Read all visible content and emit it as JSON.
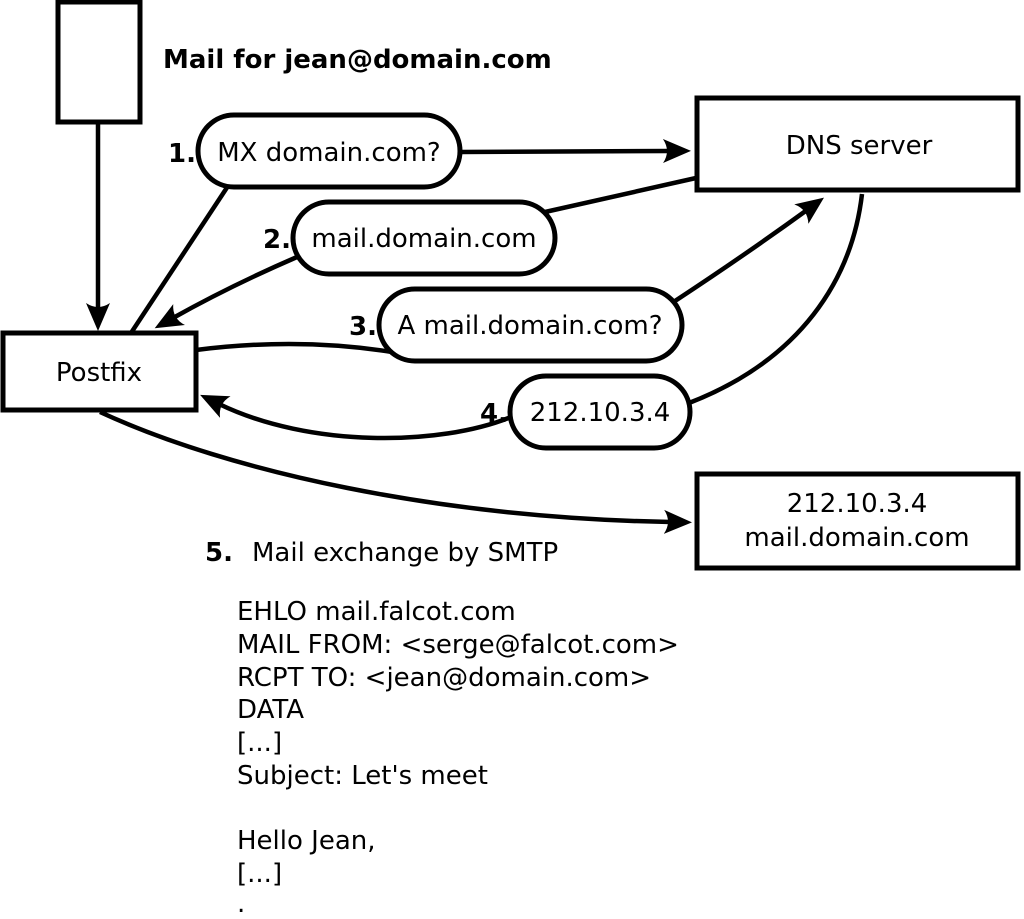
{
  "diagram": {
    "mail_label": "Mail for jean@domain.com",
    "postfix_label": "Postfix",
    "dns_label": "DNS server",
    "target_box": {
      "line1": "212.10.3.4",
      "line2": "mail.domain.com"
    },
    "steps": [
      {
        "num": "1.",
        "label": "MX domain.com?"
      },
      {
        "num": "2.",
        "label": "mail.domain.com"
      },
      {
        "num": "3.",
        "label": "A mail.domain.com?"
      },
      {
        "num": "4.",
        "label": "212.10.3.4"
      },
      {
        "num": "5.",
        "label": "Mail exchange by SMTP"
      }
    ],
    "smtp_lines": [
      "EHLO mail.falcot.com",
      "MAIL FROM: <serge@falcot.com>",
      "RCPT TO: <jean@domain.com>",
      "DATA",
      "[...]",
      "Subject: Let's meet",
      "",
      "Hello Jean,",
      "[...]",
      "."
    ],
    "colors": {
      "ink": "#000000",
      "paper": "#ffffff"
    }
  }
}
